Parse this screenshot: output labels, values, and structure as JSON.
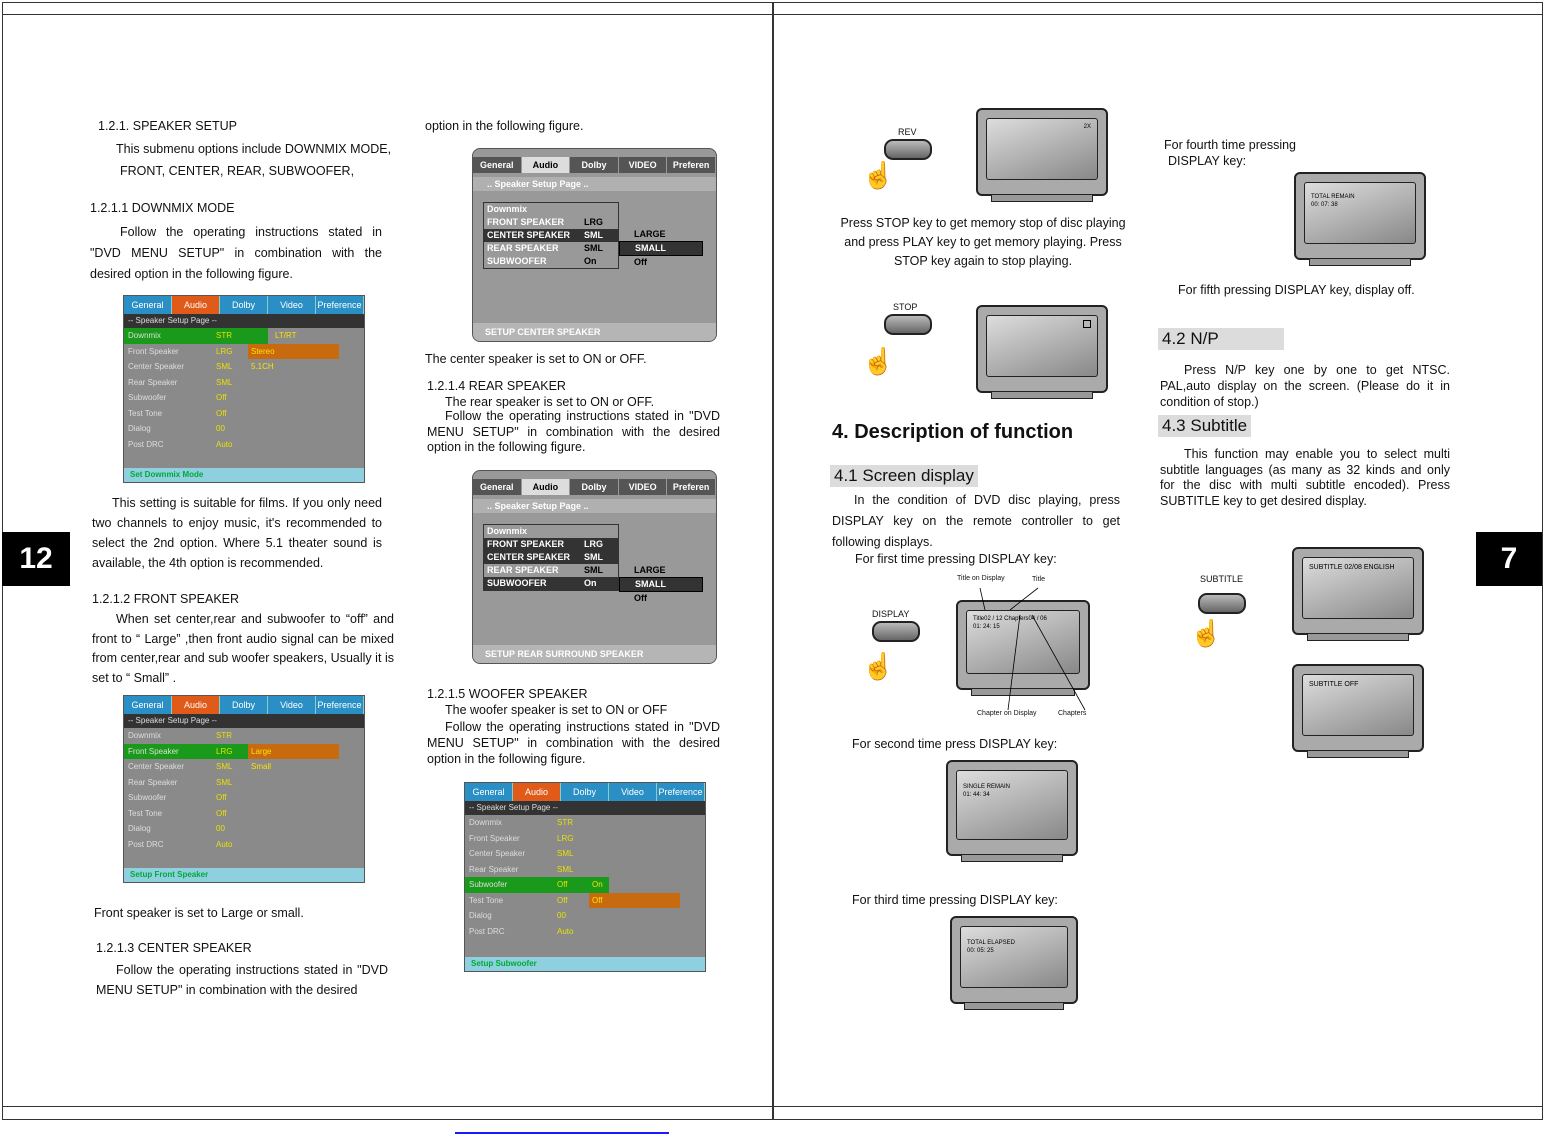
{
  "left_page": {
    "page_number": "12",
    "col1": {
      "speaker_setup_heading": "1.2.1.  SPEAKER SETUP",
      "speaker_setup_body1": "This submenu options include DOWNMIX MODE,",
      "speaker_setup_body2": "FRONT,  CENTER, REAR, SUBWOOFER,",
      "downmix_heading": "1.2.1.1 DOWNMIX MODE",
      "downmix_body": "Follow the operating instructions stated in \"DVD MENU SETUP\" in combination with the desired option in the following figure.",
      "downmix_note": "This setting is suitable for films. If you only need two channels to enjoy music, it's recommended to select the 2nd option. Where 5.1 theater sound is available, the 4th option is recommended.",
      "front_heading": "1.2.1.2   FRONT SPEAKER",
      "front_body": "When set center,rear and subwoofer to “off” and front to “ Large” ,then front audio signal can be mixed from center,rear and sub woofer speakers, Usually it is set to  “ Small” .",
      "front_note": "Front speaker is set to  Large or small.",
      "center_heading": "1.2.1.3 CENTER SPEAKER",
      "center_body": "Follow the operating instructions stated in \"DVD MENU SETUP\" in combination with the desired"
    },
    "col2": {
      "cont_text": "option in the following figure.",
      "center_note": "The center  speaker is set to ON or OFF.",
      "rear_heading": "1.2.1.4 REAR SPEAKER",
      "rear_line1": "The rear speaker is set to ON or OFF.",
      "rear_body": "Follow the operating instructions stated in \"DVD MENU SETUP\" in combination with the desired option in the following figure.",
      "woofer_heading": "1.2.1.5  WOOFER SPEAKER",
      "woofer_line1": "The woofer speaker is set to ON or OFF",
      "woofer_body": "Follow the operating instructions stated in \"DVD MENU SETUP\" in combination with the desired option in the following figure."
    },
    "color_menu": {
      "tabs": [
        "General",
        "Audio",
        "Dolby",
        "Video",
        "Preference"
      ],
      "page_title": "-- Speaker Setup Page --",
      "rows": [
        {
          "name": "Downmix",
          "value": "STR"
        },
        {
          "name": "Front Speaker",
          "value": "LRG"
        },
        {
          "name": "Center Speaker",
          "value": "SML"
        },
        {
          "name": "Rear Speaker",
          "value": "SML"
        },
        {
          "name": "Subwoofer",
          "value": "Off"
        },
        {
          "name": "Test Tone",
          "value": "Off"
        },
        {
          "name": "Dialog",
          "value": "00"
        },
        {
          "name": "Post DRC",
          "value": "Auto"
        }
      ],
      "downmix_options": [
        "LT/RT",
        "Stereo",
        "5.1CH"
      ],
      "downmix_footer": "Set Downmix Mode",
      "front_options": [
        "Large",
        "Small"
      ],
      "front_footer": "Setup Front Speaker",
      "sub_options": [
        "On",
        "Off"
      ],
      "sub_footer": "Setup Subwoofer"
    },
    "grey_menu": {
      "tabs": [
        "General",
        "Audio",
        "Dolby",
        "VIDEO",
        "Preferen"
      ],
      "page_title": "..  Speaker  Setup  Page  ..",
      "items": [
        {
          "name": "Downmix",
          "value": ""
        },
        {
          "name": "FRONT  SPEAKER",
          "value": "LRG"
        },
        {
          "name": "CENTER  SPEAKER",
          "value": "SML"
        },
        {
          "name": "REAR  SPEAKER",
          "value": "SML"
        },
        {
          "name": "SUBWOOFER",
          "value": "On"
        }
      ],
      "options": [
        "LARGE",
        "SMALL",
        "Off"
      ],
      "center_footer": "SETUP CENTER SPEAKER",
      "rear_footer": "SETUP REAR SURROUND SPEAKER"
    }
  },
  "right_page": {
    "page_number": "7",
    "rev_label": "REV",
    "rev_osd": "2X",
    "stop_text": "Press STOP key  to  get  memory  stop  of disc playing and press  PLAY  key  to get memory playing. Press STOP key again to stop playing.",
    "stop_label": "STOP",
    "heading4": "4.  Description of function",
    "sec41": "4.1  Screen display",
    "sec41_body": "In  the  condition  of DVD disc playing, press DISPLAY  key  on  the  remote controller  to get following displays.",
    "first_press": "For first time pressing DISPLAY key:",
    "display_label": "DISPLAY",
    "callouts": {
      "title_on_display": "Title on Display",
      "title": "Title",
      "chapter_on_display": "Chapter on Display",
      "chapters": "Chapters"
    },
    "tv1_line1": "Title02 / 12  Chapters04 / 06",
    "tv1_line2": "01:  24:  15",
    "second_press": "For second time press DISPLAY key:",
    "tv2_line1": "SINGLE REMAIN",
    "tv2_line2": "01:  44:  34",
    "third_press": "For third time pressing DISPLAY key:",
    "tv3_line1": "TOTAL ELAPSED",
    "tv3_line2": "00:  05:  25",
    "fourth_press_1": "For fourth time pressing",
    "fourth_press_2": "DISPLAY key:",
    "tv4_line1": "TOTAL REMAIN",
    "tv4_line2": "00:  07:  38",
    "fifth_press": "For fifth pressing DISPLAY key, display off.",
    "sec42": "4.2 N/P",
    "sec42_body": "Press  N/P    key one by one to get NTSC. PAL,auto display on the screen. (Please do it in condition of stop.)",
    "sec43": "4.3  Subtitle",
    "sec43_body": "This  function may enable you to select multi subtitle languages (as many as 32 kinds and only for  the  disc  with multi subtitle encoded). Press SUBTITLE key to get desired display.",
    "subtitle_label": "SUBTITLE",
    "tv5_text": "SUBTITLE 02/08 ENGLISH",
    "tv6_text": "SUBTITLE OFF"
  }
}
